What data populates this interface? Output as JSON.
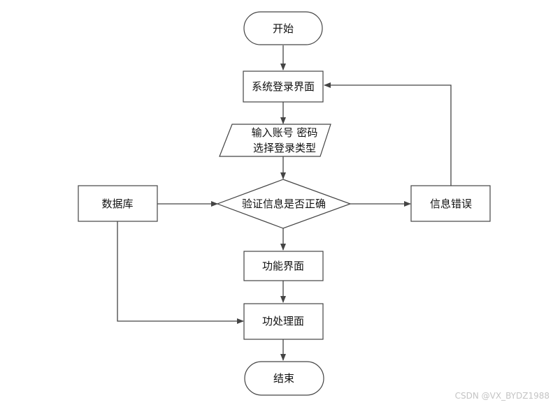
{
  "nodes": {
    "start": "开始",
    "login_page": "系统登录界面",
    "input_line1": "输入账号 密码",
    "input_line2": "选择登录类型",
    "verify": "验证信息是否正确",
    "database": "数据库",
    "info_error": "信息错误",
    "function_page": "功能界面",
    "process_page": "功处理面",
    "end": "结束"
  },
  "watermark": "CSDN @VX_BYDZ1988"
}
